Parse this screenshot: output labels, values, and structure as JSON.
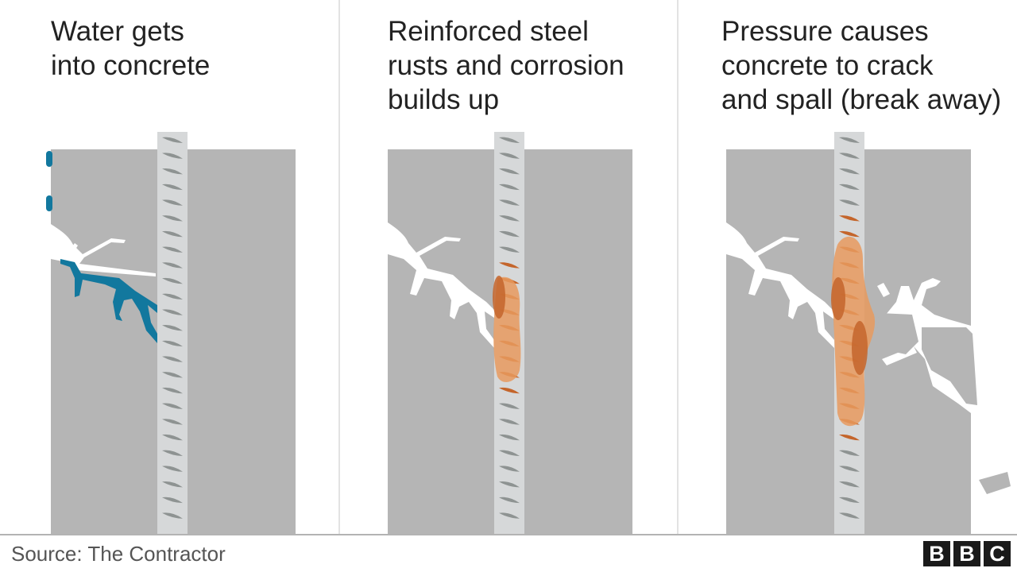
{
  "panels": [
    {
      "caption_lines": [
        "Water gets",
        "into concrete"
      ]
    },
    {
      "caption_lines": [
        "Reinforced steel",
        "rusts and corrosion",
        "builds up"
      ]
    },
    {
      "caption_lines": [
        "Pressure causes",
        "concrete to crack",
        "and spall (break away)"
      ]
    }
  ],
  "footer": {
    "source": "Source: The Contractor",
    "logo_letters": [
      "B",
      "B",
      "C"
    ]
  },
  "colors": {
    "concrete": "#b5b5b5",
    "crack": "#ffffff",
    "rebar": "#d6d8d9",
    "rebar_rib": "#8e9392",
    "water": "#12789e",
    "rust_light": "#e79a5e",
    "rust_dark": "#c4652b"
  }
}
